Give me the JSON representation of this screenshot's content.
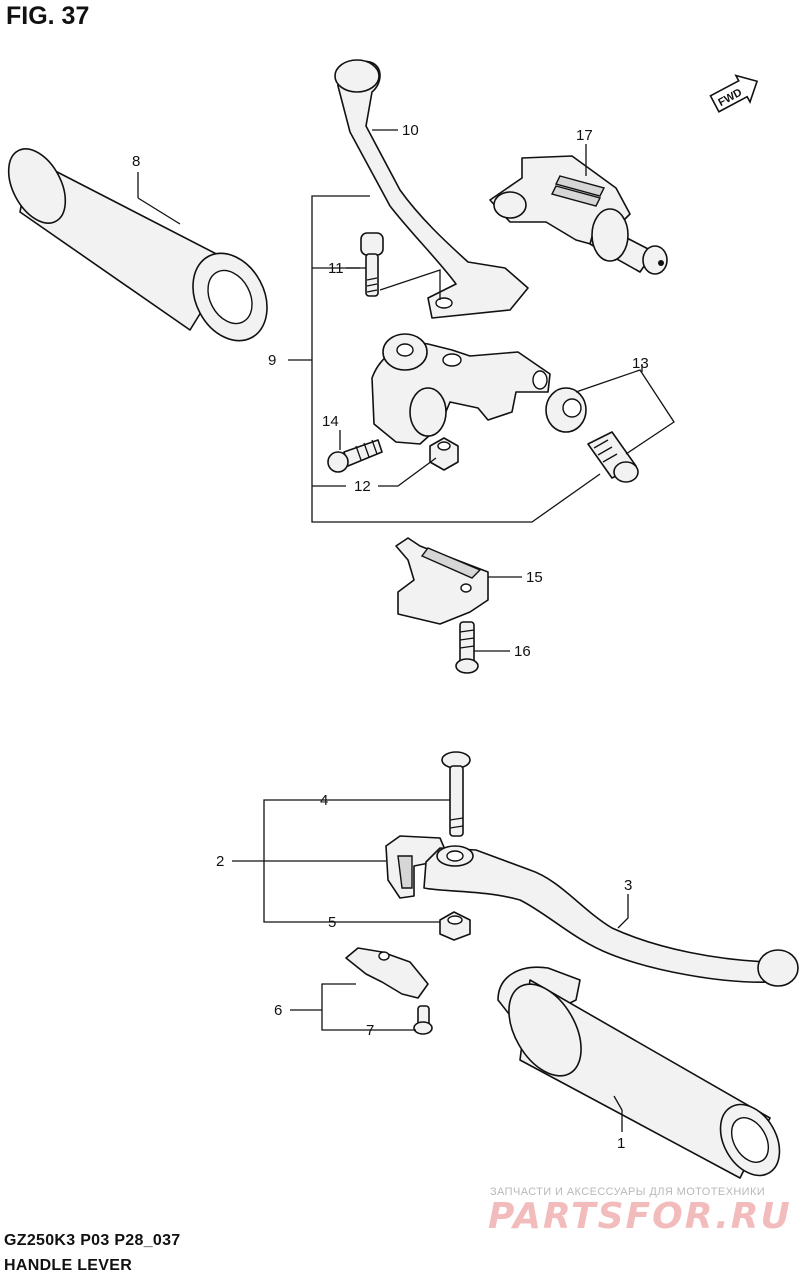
{
  "header": {
    "figure_label": "FIG. 37"
  },
  "footer": {
    "model_code": "GZ250K3 P03 P28_037",
    "section_title": "HANDLE LEVER"
  },
  "fwd_indicator": {
    "label": "FWD",
    "icon": "arrow-right-icon"
  },
  "watermark": {
    "tagline": "ЗАПЧАСТИ И АКСЕССУАРЫ ДЛЯ МОТОТЕХНИКИ",
    "logo_text": "PARTSFOR.RU",
    "color": "#f2bcbc"
  },
  "callouts": {
    "c1": "1",
    "c2": "2",
    "c3": "3",
    "c4": "4",
    "c5": "5",
    "c6": "6",
    "c7": "7",
    "c8": "8",
    "c9": "9",
    "c10": "10",
    "c11": "11",
    "c12": "12",
    "c13": "13",
    "c14": "14",
    "c15": "15",
    "c16": "16",
    "c17": "17"
  },
  "colors": {
    "line": "#111111",
    "part_fill": "#f2f2f2",
    "shade": "#d6d6d6"
  }
}
